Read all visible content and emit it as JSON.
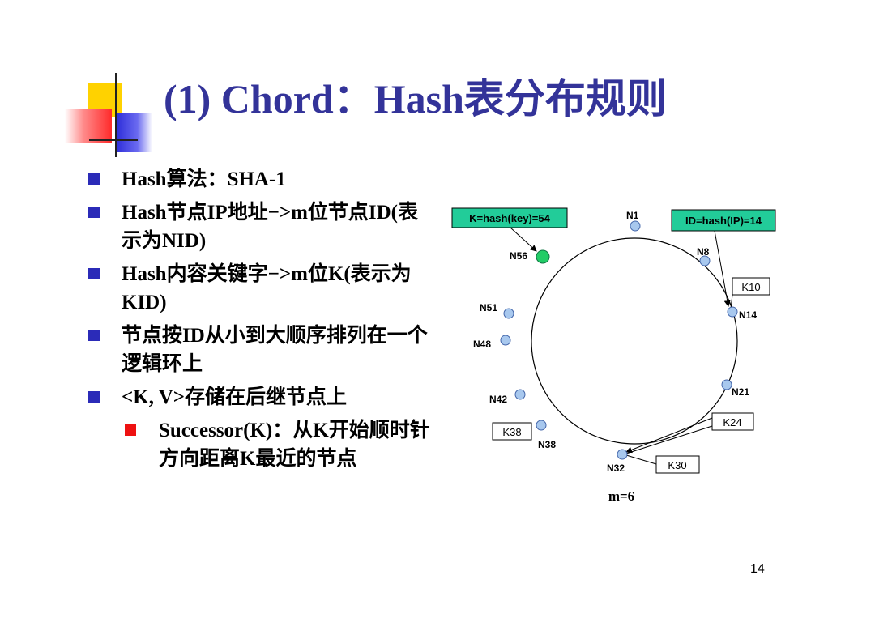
{
  "slide": {
    "title": "(1) Chord：Hash表分布规则",
    "page_number": "14"
  },
  "bullets": [
    {
      "text": "Hash算法：SHA-1"
    },
    {
      "text": "Hash节点IP地址−>m位节点ID(表示为NID)"
    },
    {
      "text": "Hash内容关键字−>m位K(表示为KID)"
    },
    {
      "text": "节点按ID从小到大顺序排列在一个逻辑环上"
    },
    {
      "text": "<K, V>存储在后继节点上"
    }
  ],
  "sub_bullets": [
    {
      "text": "Successor(K)：从K开始顺时针方向距离K最近的节点"
    }
  ],
  "diagram": {
    "key_hash_label": "K=hash(key)=54",
    "id_hash_label": "ID=hash(IP)=14",
    "m_label": "m=6",
    "nodes": [
      "N1",
      "N8",
      "N14",
      "N21",
      "N32",
      "N38",
      "N42",
      "N48",
      "N51",
      "N56"
    ],
    "keys": [
      "K10",
      "K24",
      "K30",
      "K38"
    ],
    "colors": {
      "node_fill": "#a8c8ee",
      "highlight_node": "#22cc66",
      "label_box": "#22cc99",
      "title": "#333399",
      "bullet": "#2b2bb8",
      "sub_bullet": "#ee1111"
    }
  }
}
